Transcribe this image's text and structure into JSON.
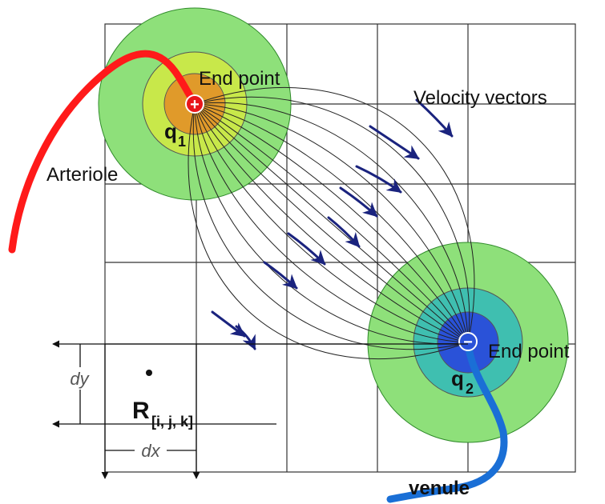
{
  "labels": {
    "end_point_top": "End point",
    "velocity_vectors": "Velocity vectors",
    "arteriole": "Arteriole",
    "q1_main": "q",
    "q1_sub": "1",
    "end_point_right": "End point",
    "q2_main": "q",
    "q2_sub": "2",
    "dy": "dy",
    "dx": "dx",
    "r_main": "R",
    "r_sub": "[i, j, k]",
    "venule": "venule"
  },
  "source": {
    "symbol": "+"
  },
  "sink": {
    "symbol": "−"
  },
  "colors": {
    "grid": "#333333",
    "arteriole": "#ff1a1a",
    "venule": "#1a6fd6",
    "outer_halo": "#8ee07a",
    "source_mid": "#c8e84a",
    "source_core": "#e09a2a",
    "sink_mid": "#3fbfb0",
    "sink_core": "#2a52d8",
    "vector": "#1a237e",
    "field_line": "#222222"
  }
}
